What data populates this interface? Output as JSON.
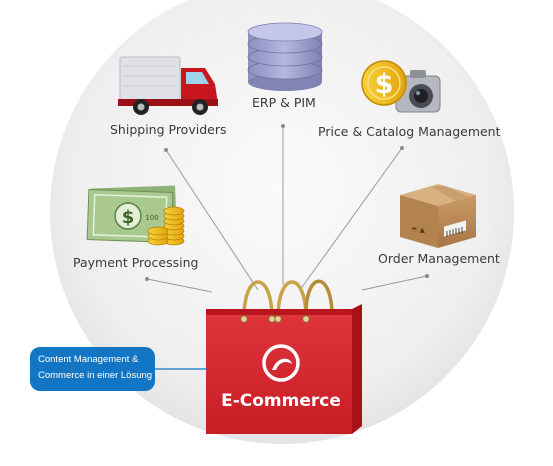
{
  "nodes": {
    "shipping": "Shipping Providers",
    "erp": "ERP & PIM",
    "price": "Price & Catalog Management",
    "payment": "Payment Processing",
    "order": "Order Management"
  },
  "icons": {
    "shipping": "delivery-truck-icon",
    "erp": "database-stack-icon",
    "price": "dollar-coin-camera-icon",
    "payment": "banknote-coins-icon",
    "order": "cardboard-box-icon",
    "center": "shopping-bag-icon"
  },
  "center": {
    "title": "E-Commerce"
  },
  "callout": {
    "line1": "Content Management &",
    "line2": "Commerce in einer Lösung"
  },
  "colors": {
    "bag_red": "#d7262f",
    "callout_blue": "#1376c4",
    "truck_red": "#c8161d"
  }
}
